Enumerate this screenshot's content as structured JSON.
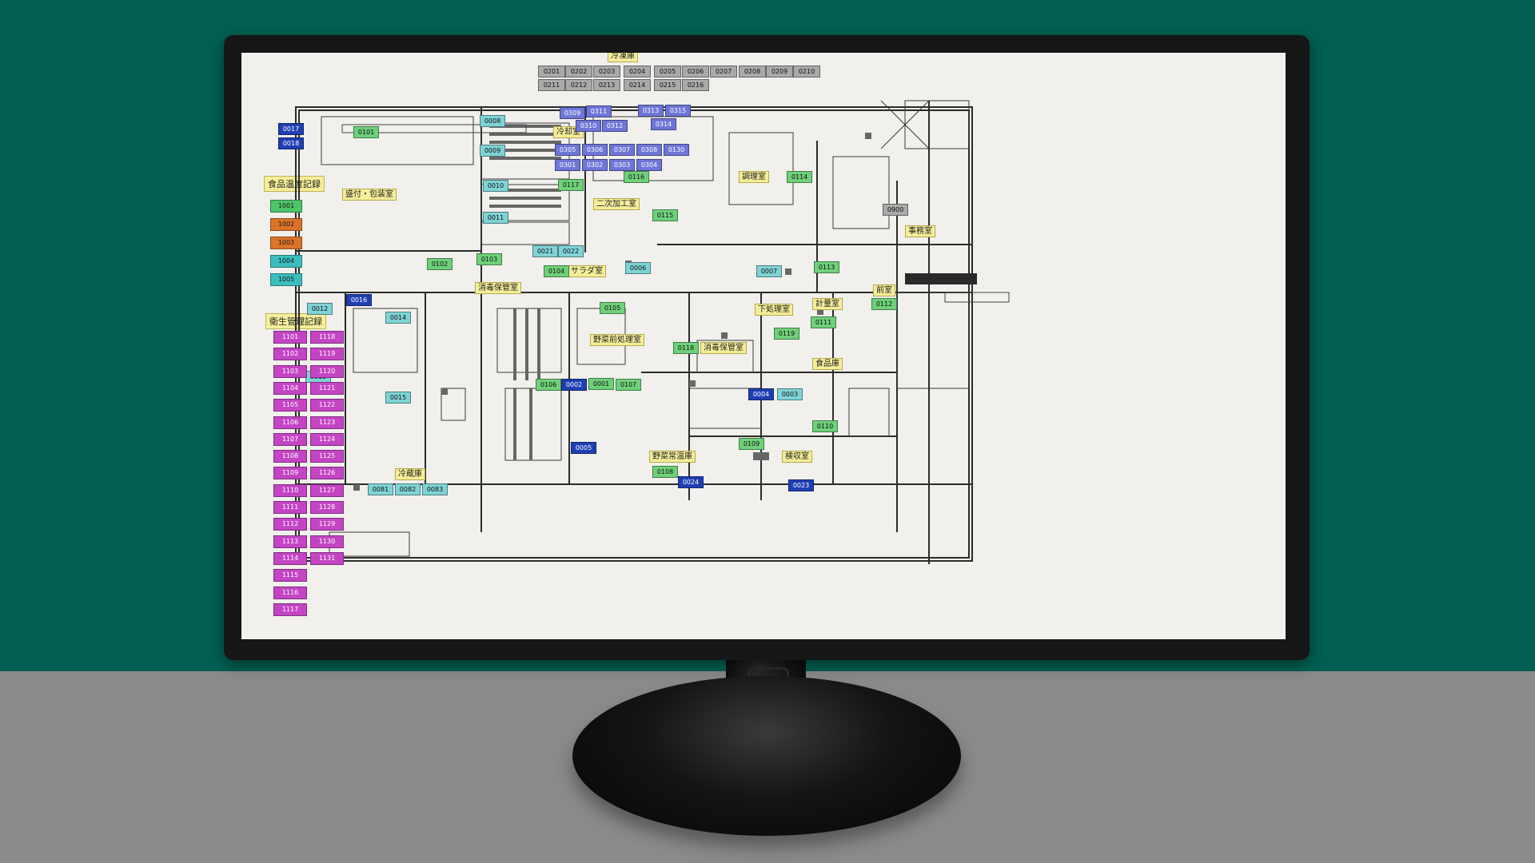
{
  "legend": {
    "food_title": "食品温度記録",
    "food_chips": [
      {
        "label": "1001",
        "color": "green"
      },
      {
        "label": "1002",
        "color": "orange"
      },
      {
        "label": "1003",
        "color": "orange"
      },
      {
        "label": "1004",
        "color": "cyan"
      },
      {
        "label": "1005",
        "color": "cyan"
      }
    ],
    "hygiene_title": "衛生管理記録",
    "hygiene_col1": [
      "1101",
      "1102",
      "1103",
      "1104",
      "1105",
      "1106",
      "1107",
      "1108",
      "1109",
      "1110",
      "1111",
      "1112",
      "1113",
      "1114",
      "1115",
      "1116",
      "1117"
    ],
    "hygiene_col2": [
      "1118",
      "1119",
      "1120",
      "1121",
      "1122",
      "1123",
      "1124",
      "1125",
      "1126",
      "1127",
      "1128",
      "1129",
      "1130",
      "1131"
    ]
  },
  "rooms": {
    "freezer": "冷凍庫",
    "fridge": "冷却室",
    "packing": "盛付・包装室",
    "secondary": "二次加工室",
    "cooking": "調理室",
    "office": "事務室",
    "front": "前室",
    "salad": "サラダ室",
    "disinfect1": "消毒保管室",
    "prep": "下処理室",
    "weighing": "計量室",
    "veg_prep": "野菜前処理室",
    "disinfect2": "消毒保管室",
    "food_store": "食品庫",
    "veg_store": "野菜常温庫",
    "inspection": "検収室",
    "cold_car": "冷蔵庫"
  },
  "tags": {
    "t0201": "0201",
    "t0202": "0202",
    "t0203": "0203",
    "t0204": "0204",
    "t0205": "0205",
    "t0206": "0206",
    "t0207": "0207",
    "t0208": "0208",
    "t0209": "0209",
    "t0210": "0210",
    "t0211": "0211",
    "t0212": "0212",
    "t0213": "0213",
    "t0214": "0214",
    "t0215": "0215",
    "t0216": "0216",
    "t0309": "0309",
    "t0311": "0311",
    "t0313": "0313",
    "t0315": "0315",
    "t0310": "0310",
    "t0312": "0312",
    "t0314": "0314",
    "t0305": "0305",
    "t0306": "0306",
    "t0307": "0307",
    "t0308": "0308",
    "t0130": "0130",
    "t0301": "0301",
    "t0302": "0302",
    "t0303": "0303",
    "t0304": "0304",
    "t0017": "0017",
    "t0018": "0018",
    "t0101": "0101",
    "t0008": "0008",
    "t0009": "0009",
    "t0010": "0010",
    "t0011": "0011",
    "t0116": "0116",
    "t0117": "0117",
    "t0114": "0114",
    "t0115": "0115",
    "t0900": "0900",
    "t0102": "0102",
    "t0103": "0103",
    "t0021": "0021",
    "t0022": "0022",
    "t0104": "0104",
    "t0006": "0006",
    "t0007": "0007",
    "t0113": "0113",
    "t0012": "0012",
    "t0016": "0016",
    "t0014": "0014",
    "t0105": "0105",
    "t0112": "0112",
    "t0111": "0111",
    "t0119": "0119",
    "t0118": "0118",
    "t0013": "0013",
    "t0015": "0015",
    "t0106": "0106",
    "t0002": "0002",
    "t0001": "0001",
    "t0107": "0107",
    "t0004": "0004",
    "t0003": "0003",
    "t0110": "0110",
    "t0005": "0005",
    "t0109": "0109",
    "t0108": "0108",
    "t0024": "0024",
    "t0023": "0023",
    "t0081": "0081",
    "t0082": "0082",
    "t0083": "0083"
  }
}
